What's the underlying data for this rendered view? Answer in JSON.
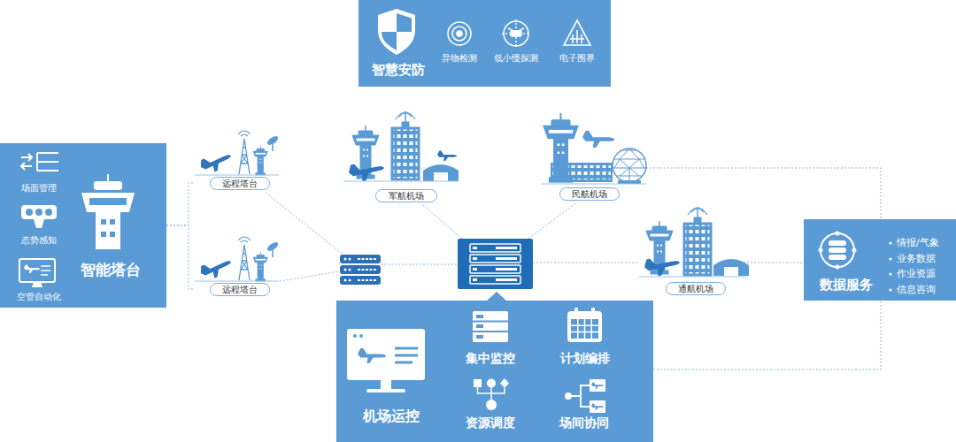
{
  "diagram": {
    "nodes": [
      {
        "text": [
          "智慧安防",
          "异物检测",
          "低小慢探测",
          "电子围界"
        ]
      },
      {
        "text": [
          "场面管理",
          "态势感知",
          "空管自动化",
          "智能塔台"
        ]
      },
      {
        "text": [
          "远程塔台"
        ]
      },
      {
        "text": [
          "军航机场"
        ]
      },
      {
        "text": [
          "民航机场"
        ]
      },
      {
        "text": [
          "远程塔台"
        ]
      },
      {
        "text": [
          "通航机场"
        ]
      },
      {
        "text": [
          "数据服务",
          "情报/气象",
          "业务数据",
          "作业资源",
          "信息咨询"
        ]
      },
      {
        "text": [
          "机场运控",
          "集中监控",
          "计划编排",
          "资源调度",
          "场间协同"
        ]
      }
    ],
    "edges": [
      {
        "from": 1,
        "to": 2,
        "arrow": "none"
      },
      {
        "from": 1,
        "to": 5,
        "arrow": "none"
      },
      {
        "from": 4,
        "to": 7,
        "arrow": "none"
      },
      {
        "from": 6,
        "to": 7,
        "arrow": "none"
      },
      {
        "from": 8,
        "to": 7,
        "arrow": "none"
      }
    ]
  }
}
